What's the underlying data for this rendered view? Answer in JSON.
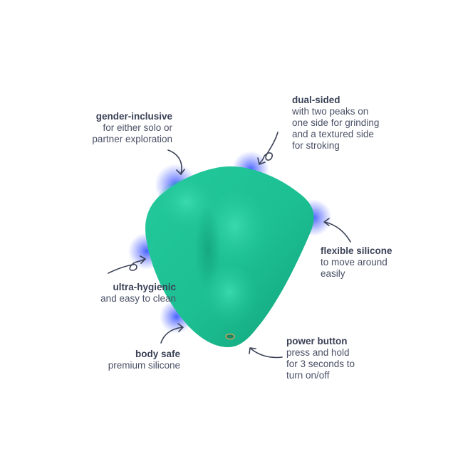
{
  "callouts": {
    "gender_inclusive": {
      "title": "gender-inclusive",
      "desc": "for either solo or\npartner exploration"
    },
    "dual_sided": {
      "title": "dual-sided",
      "desc": "with two peaks on\none side for grinding\nand a textured side\nfor stroking"
    },
    "flexible_silicone": {
      "title": "flexible silicone",
      "desc": "to move around\neasily"
    },
    "ultra_hygienic": {
      "title": "ultra-hygienic",
      "desc": "and easy to clean"
    },
    "body_safe": {
      "title": "body safe",
      "desc": "premium silicone"
    },
    "power_button": {
      "title": "power button",
      "desc": "press and hold\nfor 3 seconds to\nturn on/off"
    }
  },
  "colors": {
    "product": "#1ec99a",
    "glow": "#3d5bff",
    "text": "#3b4257",
    "arrow": "#3b4257"
  },
  "icons": [
    "curved-arrow-icon",
    "looped-arrow-icon",
    "power-button-icon"
  ]
}
